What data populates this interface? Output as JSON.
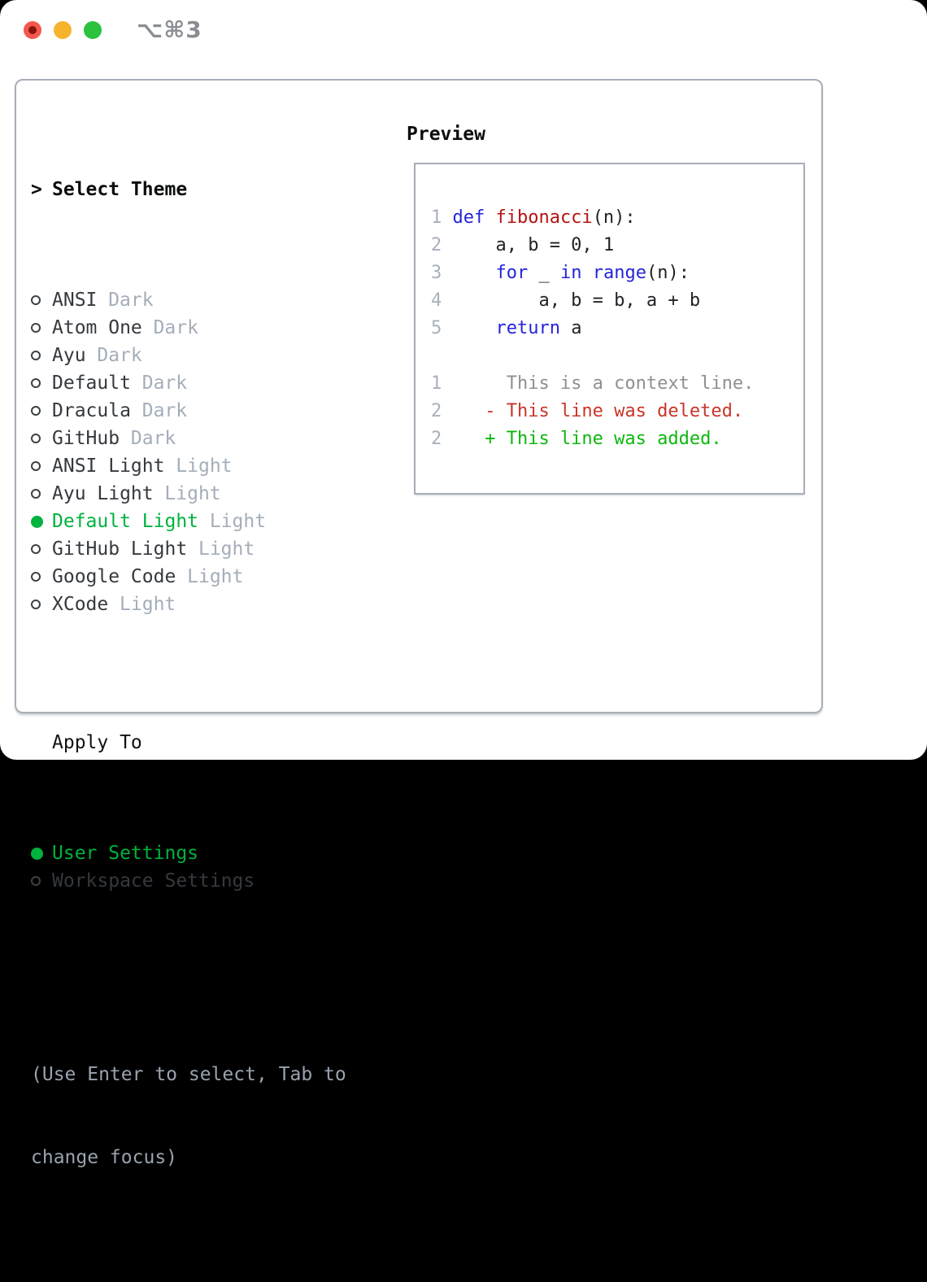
{
  "window": {
    "title": "⌥⌘3"
  },
  "theme_selector": {
    "heading_prefix": ">",
    "heading": "Select Theme",
    "themes": [
      {
        "name": "ANSI",
        "tag": "Dark",
        "selected": false
      },
      {
        "name": "Atom One",
        "tag": "Dark",
        "selected": false
      },
      {
        "name": "Ayu",
        "tag": "Dark",
        "selected": false
      },
      {
        "name": "Default",
        "tag": "Dark",
        "selected": false
      },
      {
        "name": "Dracula",
        "tag": "Dark",
        "selected": false
      },
      {
        "name": "GitHub",
        "tag": "Dark",
        "selected": false
      },
      {
        "name": "ANSI Light",
        "tag": "Light",
        "selected": false
      },
      {
        "name": "Ayu Light",
        "tag": "Light",
        "selected": false
      },
      {
        "name": "Default Light",
        "tag": "Light",
        "selected": true
      },
      {
        "name": "GitHub Light",
        "tag": "Light",
        "selected": false
      },
      {
        "name": "Google Code",
        "tag": "Light",
        "selected": false
      },
      {
        "name": "XCode",
        "tag": "Light",
        "selected": false
      }
    ],
    "apply_to": {
      "heading": "Apply To",
      "options": [
        {
          "name": "User Settings",
          "selected": true
        },
        {
          "name": "Workspace Settings",
          "selected": false
        }
      ]
    },
    "hint_lines": [
      "(Use Enter to select, Tab to",
      "change focus)"
    ]
  },
  "preview": {
    "heading": "Preview",
    "code_lines": [
      {
        "num": "1",
        "tokens": [
          {
            "text": "def ",
            "style": "keyword"
          },
          {
            "text": "fibonacci",
            "style": "function"
          },
          {
            "text": "(n):",
            "style": "plain"
          }
        ]
      },
      {
        "num": "2",
        "tokens": [
          {
            "text": "    a, b = 0, 1",
            "style": "plain"
          }
        ]
      },
      {
        "num": "3",
        "tokens": [
          {
            "text": "    ",
            "style": "plain"
          },
          {
            "text": "for",
            "style": "keyword"
          },
          {
            "text": " _ ",
            "style": "plain"
          },
          {
            "text": "in",
            "style": "keyword"
          },
          {
            "text": " ",
            "style": "plain"
          },
          {
            "text": "range",
            "style": "keyword"
          },
          {
            "text": "(n):",
            "style": "plain"
          }
        ]
      },
      {
        "num": "4",
        "tokens": [
          {
            "text": "        a, b = b, a + b",
            "style": "plain"
          }
        ]
      },
      {
        "num": "5",
        "tokens": [
          {
            "text": "    ",
            "style": "plain"
          },
          {
            "text": "return",
            "style": "keyword"
          },
          {
            "text": " a",
            "style": "plain"
          }
        ]
      },
      {
        "num": "",
        "tokens": []
      },
      {
        "num": "1",
        "tokens": [
          {
            "text": "     This is a context line.",
            "style": "context"
          }
        ]
      },
      {
        "num": "2",
        "tokens": [
          {
            "text": "   - This line was deleted.",
            "style": "deleted"
          }
        ]
      },
      {
        "num": "2",
        "tokens": [
          {
            "text": "   + This line was added.",
            "style": "added"
          }
        ]
      }
    ]
  },
  "colors": {
    "accent_green": "#00b23e",
    "keyword_blue": "#2424dc",
    "function_red": "#b31412",
    "diff_deleted": "#c93528",
    "diff_added": "#0db70d",
    "context_gray": "#909090",
    "line_number_gray": "#a8b0bc",
    "tag_gray": "#a4aeba",
    "hint_gray": "#99a3af",
    "text_dark": "#35393e",
    "border_gray": "#a7aeb8",
    "title_gray": "#8a8d91",
    "traffic_red": "#f4584d",
    "traffic_yellow": "#f6b42c",
    "traffic_green": "#2bc23d"
  }
}
